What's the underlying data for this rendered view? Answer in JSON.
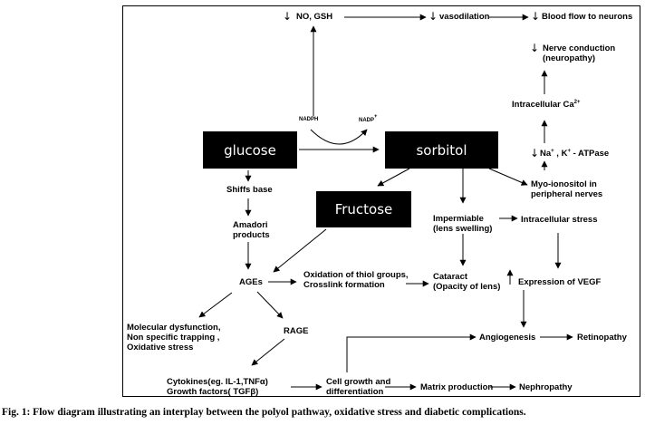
{
  "nodes": {
    "no_gsh": "NO, GSH",
    "vasodilation": "vasodilation",
    "blood_flow": "Blood flow to neurons",
    "nerve_conduction": "Nerve conduction\n(neuropathy)",
    "intracellular_ca": "Intracellular Ca",
    "ca_superscript": "2+",
    "nadph": "NADPH",
    "nadp": "NADP",
    "nadp_superscript": "+",
    "glucose": "glucose",
    "sorbitol": "sorbitol",
    "na_k_atpase_prefix": "Na",
    "na_superscript": "+",
    "na_k_atpase_mid": " , K",
    "k_superscript": "+",
    "na_k_atpase_suffix": " - ATPase",
    "myo_inositol": "Myo-ionositol in\nperipheral nerves",
    "shiffs_base": "Shiffs base",
    "fructose": "Fructose",
    "impermiable": "Impermiable\n(lens swelling)",
    "intracellular_stress": "Intracellular stress",
    "amadori": "Amadori\nproducts",
    "ages": "AGEs",
    "oxidation": "Oxidation of thiol groups,\nCrosslink formation",
    "cataract": "Cataract\n(Opacity of lens)",
    "vegf": "Expression of VEGF",
    "molecular": "Molecular dysfunction,\nNon specific trapping ,\nOxidative stress",
    "rage": "RAGE",
    "angiogenesis": "Angiogenesis",
    "retinopathy": "Retinopathy",
    "cytokines": "Cytokines(eg. IL-1,TNFα)\nGrowth factors( TGFβ)",
    "cell_growth": "Cell growth and\ndifferentiation",
    "matrix": "Matrix production",
    "nephropathy": "Nephropathy"
  },
  "caption": "Fig. 1: Flow diagram illustrating an interplay between the polyol pathway, oxidative stress and diabetic complications."
}
